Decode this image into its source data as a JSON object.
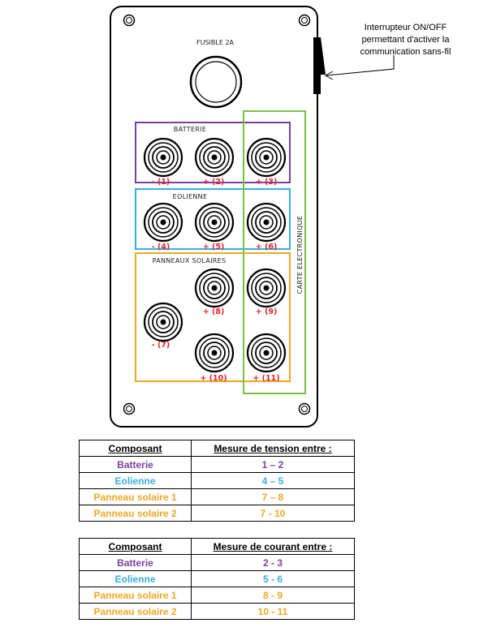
{
  "panel": {
    "fuse_label": "FUSIBLE 2A",
    "groups": {
      "batterie": "BATTERIE",
      "eolienne": "EOLIENNE",
      "panneaux": "PANNEAUX SOLAIRES",
      "carte": "CARTE ELECTRONIQUE"
    },
    "terminals": [
      "- (1)",
      "+ (2)",
      "+ (3)",
      "- (4)",
      "+ (5)",
      "+ (6)",
      "- (7)",
      "+ (8)",
      "+ (9)",
      "+ (10)",
      "+ (11)"
    ]
  },
  "callout": {
    "line1": "Interrupteur ON/OFF",
    "line2": "permettant d'activer la",
    "line3": "communication sans-fil"
  },
  "colors": {
    "batterie": "#7a3fa6",
    "eolienne": "#37aee0",
    "panneaux": "#f5a623",
    "carte": "#77c043",
    "terminal_label": "#e8232a"
  },
  "tension_table": {
    "header": [
      "Composant",
      "Mesure de tension entre :"
    ],
    "rows": [
      {
        "composant": "Batterie",
        "mesure": "1 – 2"
      },
      {
        "composant": "Eolienne",
        "mesure": "4 – 5"
      },
      {
        "composant": "Panneau solaire 1",
        "mesure": "7 – 8"
      },
      {
        "composant": "Panneau solaire 2",
        "mesure": "7 - 10"
      }
    ]
  },
  "courant_table": {
    "header": [
      "Composant",
      "Mesure de courant entre :"
    ],
    "rows": [
      {
        "composant": "Batterie",
        "mesure": "2 - 3"
      },
      {
        "composant": "Eolienne",
        "mesure": "5 - 6"
      },
      {
        "composant": "Panneau solaire 1",
        "mesure": "8 - 9"
      },
      {
        "composant": "Panneau solaire 2",
        "mesure": "10 - 11"
      }
    ]
  }
}
